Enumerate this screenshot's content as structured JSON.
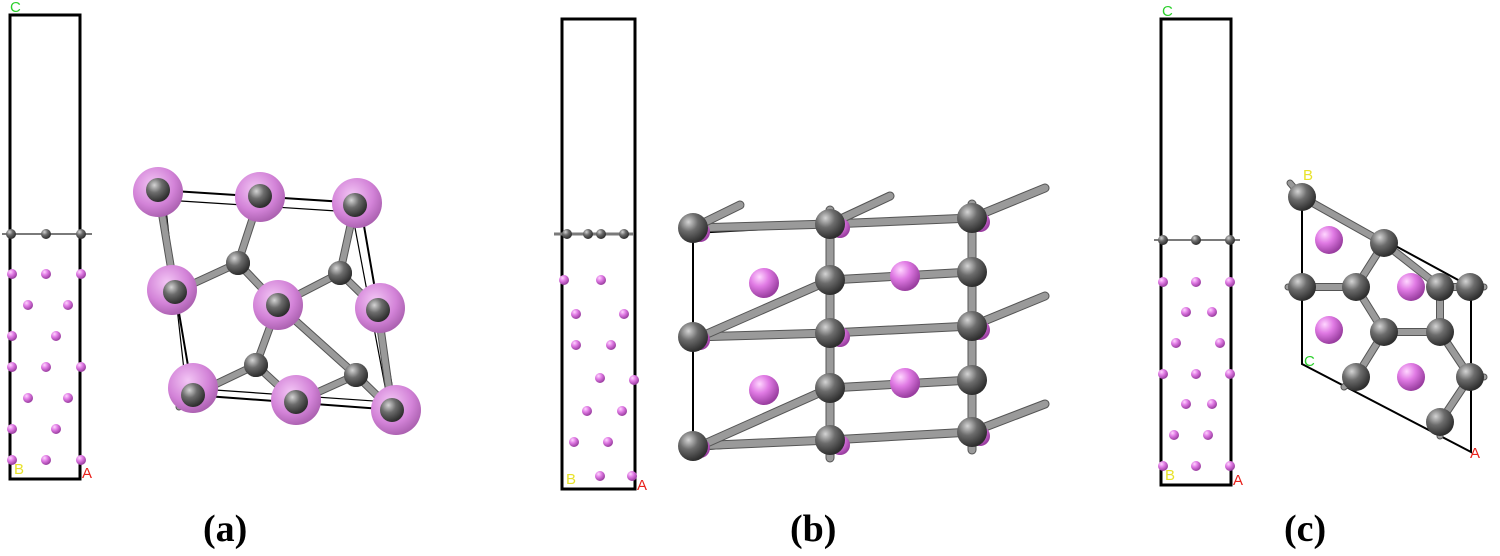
{
  "figure": {
    "panels": [
      {
        "id": "a",
        "label": "(a)",
        "axis_labels": {
          "c": "C",
          "b": "B",
          "a": "A"
        }
      },
      {
        "id": "b",
        "label": "(b)",
        "axis_labels": {
          "c": "",
          "b": "B",
          "a": "A"
        }
      },
      {
        "id": "c",
        "label": "(c)",
        "axis_labels": {
          "c": "C",
          "b": "B",
          "a": "A",
          "top_b": "B",
          "inner_c": "C",
          "inner_a": "A"
        }
      }
    ]
  },
  "colors": {
    "metal_atom": "#d86fdc",
    "carbon_atom": "#6a6a6a",
    "bond": "#8a8a8a",
    "cell_edge": "#000000",
    "axis_c": "#2ccf2c",
    "axis_b": "#e8e22a",
    "axis_a": "#e8221c"
  }
}
